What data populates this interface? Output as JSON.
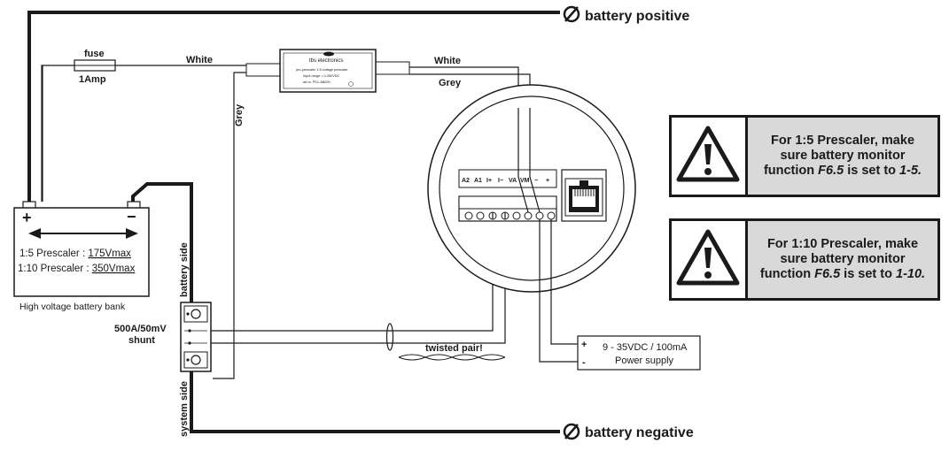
{
  "terminals": {
    "positive": "battery positive",
    "negative": "battery negative"
  },
  "fuse": {
    "label": "fuse",
    "rating": "1Amp"
  },
  "wires": {
    "white_left": "White",
    "white_right": "White",
    "grey_right": "Grey",
    "grey_vertical": "Grey",
    "twisted_pair": "twisted pair!"
  },
  "prescaler_module": {
    "brand": "tbs electronics",
    "line1": "pro-prescaler 1:5 voltage prescaler",
    "line2": "Input range = 0-350VDC",
    "line3": "art.nr. PS1-AB000"
  },
  "battery": {
    "plus": "+",
    "minus": "−",
    "row1_label": "1:5 Prescaler : ",
    "row1_value": "175Vmax",
    "row2_label": "1:10 Prescaler : ",
    "row2_value": "350Vmax",
    "caption": "High voltage battery bank"
  },
  "shunt": {
    "line1": "500A/50mV",
    "line2": "shunt",
    "battery_side": "battery side",
    "system_side": "system side"
  },
  "monitor": {
    "terminal_labels": [
      "A2",
      "A1",
      "I+",
      "I−",
      "VA",
      "VM",
      "−",
      "+"
    ]
  },
  "power_supply": {
    "plus": "+",
    "minus": "-",
    "line1": "9 - 35VDC / 100mA",
    "line2": "Power supply"
  },
  "warnings": [
    {
      "line1": "For 1:5 Prescaler, make",
      "line2": "sure battery monitor",
      "pre": "function ",
      "func": "F6.5",
      "mid": " is set to ",
      "val": "1-5."
    },
    {
      "line1": "For 1:10 Prescaler, make",
      "line2": "sure battery monitor",
      "pre": "function ",
      "func": "F6.5",
      "mid": " is set to ",
      "val": "1-10."
    }
  ]
}
